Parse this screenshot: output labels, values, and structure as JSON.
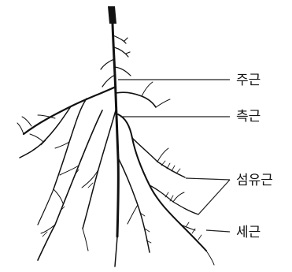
{
  "labels": {
    "main_root": "주근",
    "lateral_root": "측근",
    "fibrous_root": "섬유근",
    "fine_root": "세근"
  },
  "colors": {
    "ink": "#111111",
    "background": "#ffffff"
  }
}
